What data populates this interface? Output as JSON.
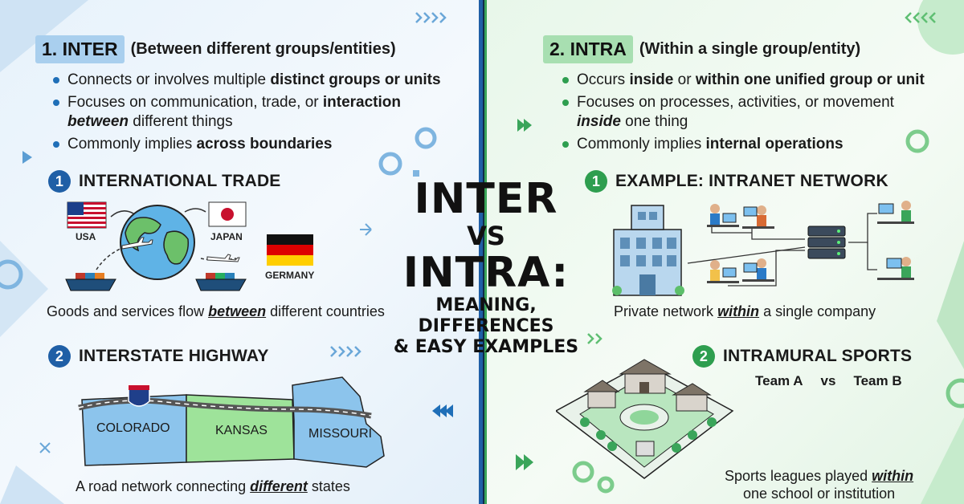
{
  "colors": {
    "inter_accent": "#1f5fa6",
    "intra_accent": "#2e9e4f",
    "inter_bg": "#e7f2fb",
    "intra_bg": "#e8f7ea"
  },
  "title": {
    "line1": "INTER",
    "vs": "VS",
    "line2": "INTRA:",
    "sub1": "MEANING,",
    "sub2": "DIFFERENCES",
    "sub3": "& EASY EXAMPLES"
  },
  "inter": {
    "tag": "1. INTER",
    "subtitle": "(Between different groups/entities)",
    "bullets": [
      {
        "pre": "Connects or involves multiple ",
        "em": "distinct groups or units",
        "post": ""
      },
      {
        "pre": "Focuses on communication, trade, or ",
        "em": "interaction",
        "post": ""
      },
      {
        "pre": "Commonly implies ",
        "em": "across boundaries",
        "post": ""
      }
    ],
    "bullet2_line2_em": "between",
    "bullet2_line2_post": " different things",
    "example1": {
      "number": "1",
      "title": "INTERNATIONAL TRADE",
      "labels": {
        "usa": "USA",
        "japan": "JAPAN",
        "germany": "GERMANY"
      },
      "caption_pre": "Goods and services flow ",
      "caption_em": "between",
      "caption_post": " different countries"
    },
    "example2": {
      "number": "2",
      "title": "INTERSTATE HIGHWAY",
      "states": [
        "COLORADO",
        "KANSAS",
        "MISSOURI"
      ],
      "caption_pre": "A road network connecting ",
      "caption_em": "different",
      "caption_post": " states"
    }
  },
  "intra": {
    "tag": "2. INTRA",
    "subtitle": "(Within a single group/entity)",
    "bullets": [
      {
        "pre": "Occurs ",
        "em": "inside",
        "mid": " or ",
        "em2": "within one unified group or unit"
      },
      {
        "pre": "Focuses on processes, activities, or movement",
        "em": "",
        "mid": "",
        "em2": ""
      },
      {
        "pre": "Commonly implies ",
        "em": "internal operations",
        "mid": "",
        "em2": ""
      }
    ],
    "bullet2_line2_em": "inside",
    "bullet2_line2_post": " one thing",
    "example1": {
      "number": "1",
      "title": "EXAMPLE: INTRANET NETWORK",
      "caption_pre": "Private network ",
      "caption_em": "within",
      "caption_post": " a single company"
    },
    "example2": {
      "number": "2",
      "title": "INTRAMURAL SPORTS",
      "team_a": "Team A",
      "vs": "vs",
      "team_b": "Team B",
      "caption_pre": "Sports leagues played ",
      "caption_em": "within",
      "caption_line2": "one school or institution"
    }
  }
}
